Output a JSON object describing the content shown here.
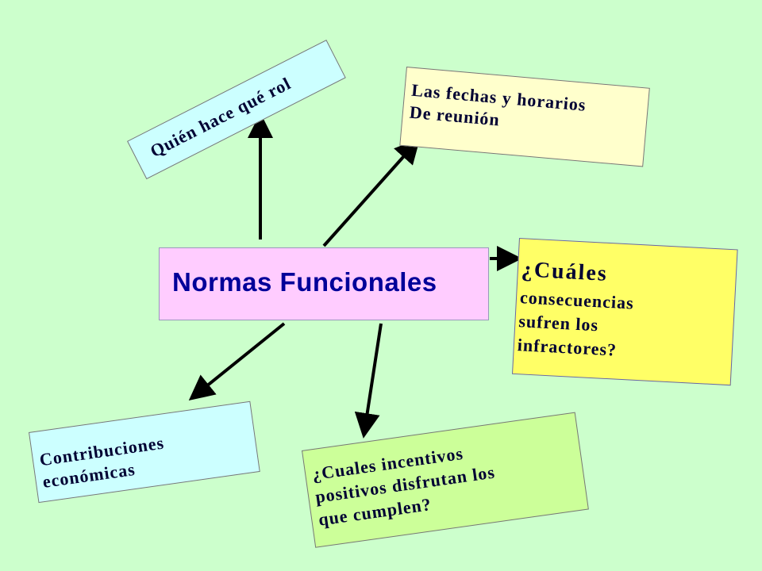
{
  "center": {
    "title": "Normas Funcionales"
  },
  "nodes": {
    "role": [
      "Quién hace qué rol"
    ],
    "dates": [
      "Las fechas y horarios",
      "De reunión"
    ],
    "consequences": [
      "¿Cuáles",
      "consecuencias",
      "sufren los",
      "infractores?"
    ],
    "contributions": [
      "Contribuciones",
      "económicas"
    ],
    "incentives": [
      "¿Cuales incentivos",
      "positivos disfrutan los",
      "que cumplen?"
    ]
  },
  "colors": {
    "background": "#ccffcc",
    "center_fill": "#ffccff",
    "center_text": "#000099",
    "role_fill": "#ccffff",
    "dates_fill": "#ffffcc",
    "consequences_fill": "#ffff66",
    "contributions_fill": "#ccffff",
    "incentives_fill": "#ccff99",
    "arrow": "#000000"
  }
}
